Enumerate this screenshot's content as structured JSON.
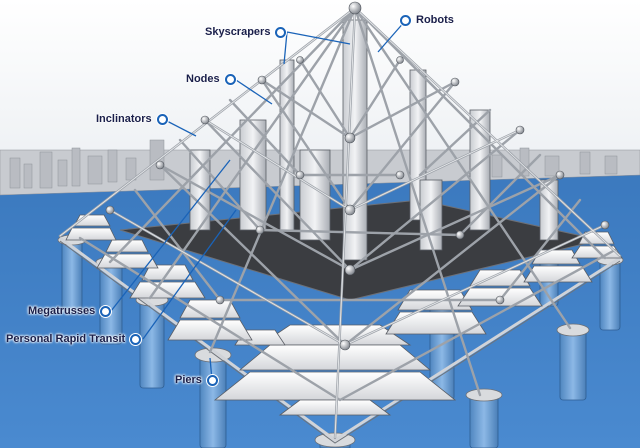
{
  "callouts": [
    {
      "label": "Skyscrapers"
    },
    {
      "label": "Robots"
    },
    {
      "label": "Nodes"
    },
    {
      "label": "Inclinators"
    },
    {
      "label": "Megatrusses"
    },
    {
      "label": "Personal Rapid Transit"
    },
    {
      "label": "Piers"
    }
  ],
  "colors": {
    "water": "#3f7fc4",
    "leader_line": "#1a63b8",
    "label_text": "#1a1f4a",
    "truss_steel": "#b9bdc4",
    "stepped_platforms": "#f2f2f2",
    "piers": "#6aa0d6"
  }
}
